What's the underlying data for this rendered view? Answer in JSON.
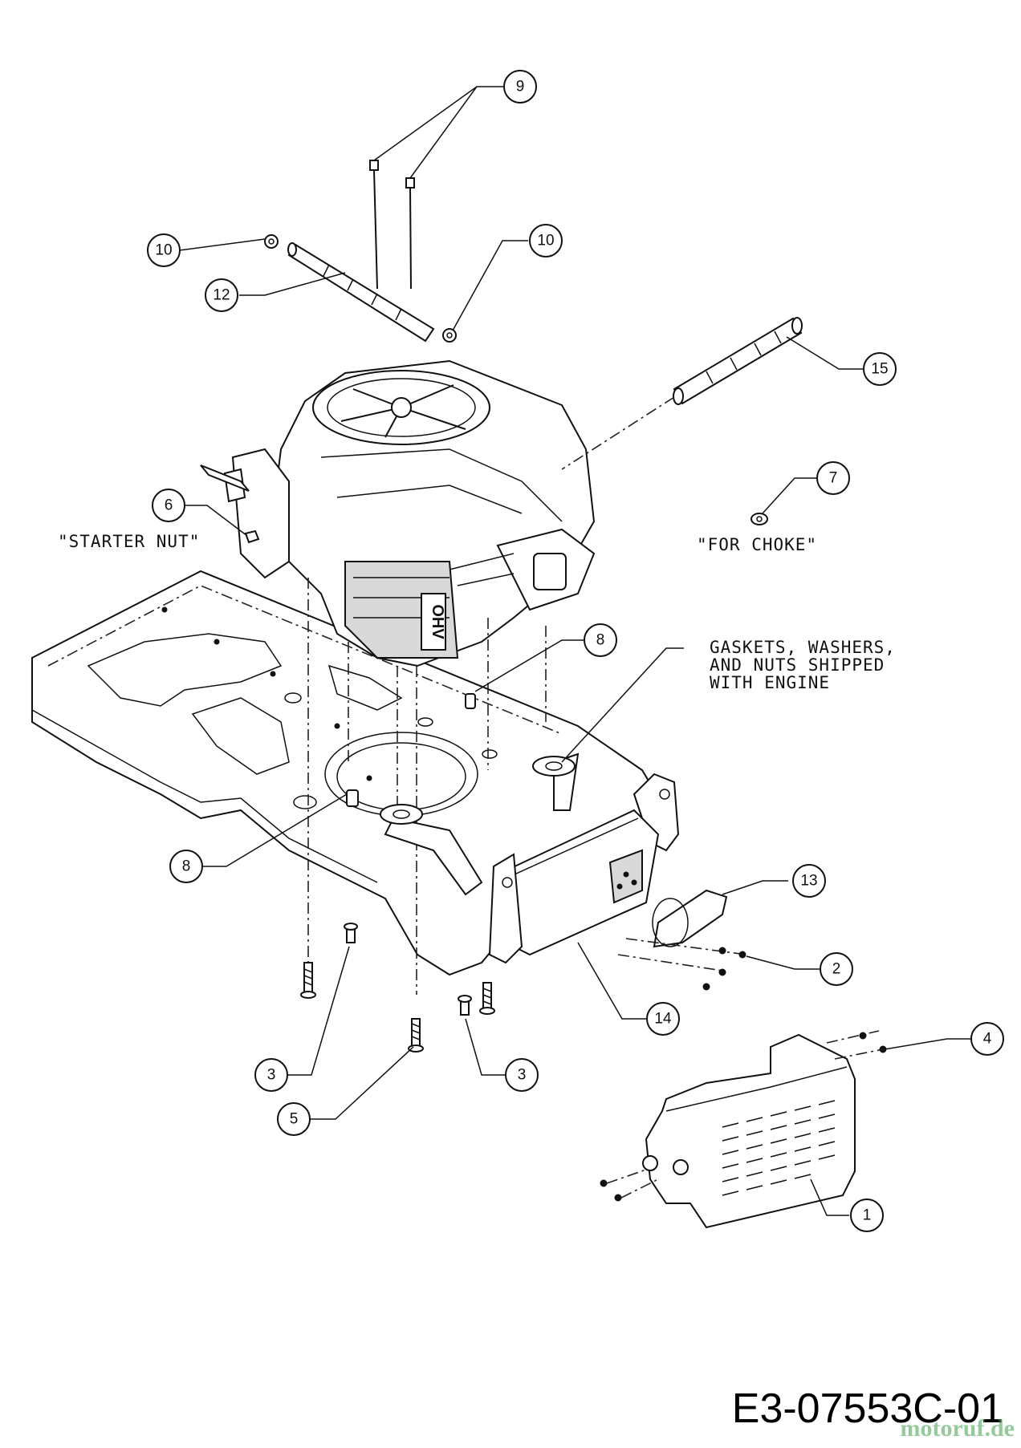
{
  "callouts": [
    {
      "id": "c9",
      "label": "9"
    },
    {
      "id": "c10a",
      "label": "10"
    },
    {
      "id": "c10b",
      "label": "10"
    },
    {
      "id": "c12",
      "label": "12"
    },
    {
      "id": "c15",
      "label": "15"
    },
    {
      "id": "c6",
      "label": "6"
    },
    {
      "id": "c7",
      "label": "7"
    },
    {
      "id": "c8a",
      "label": "8"
    },
    {
      "id": "c8b",
      "label": "8"
    },
    {
      "id": "c13",
      "label": "13"
    },
    {
      "id": "c2",
      "label": "2"
    },
    {
      "id": "c14",
      "label": "14"
    },
    {
      "id": "c3a",
      "label": "3"
    },
    {
      "id": "c3b",
      "label": "3"
    },
    {
      "id": "c5",
      "label": "5"
    },
    {
      "id": "c4",
      "label": "4"
    },
    {
      "id": "c1",
      "label": "1"
    }
  ],
  "notes": {
    "starter_nut": "\"STARTER NUT\"",
    "for_choke": "\"FOR CHOKE\"",
    "gaskets_line1": "GASKETS, WASHERS,",
    "gaskets_line2": "AND NUTS SHIPPED",
    "gaskets_line3": "WITH ENGINE",
    "engine_mark": "OHV"
  },
  "document_code": "E3-07553C-01",
  "watermark": "motoruf.de"
}
